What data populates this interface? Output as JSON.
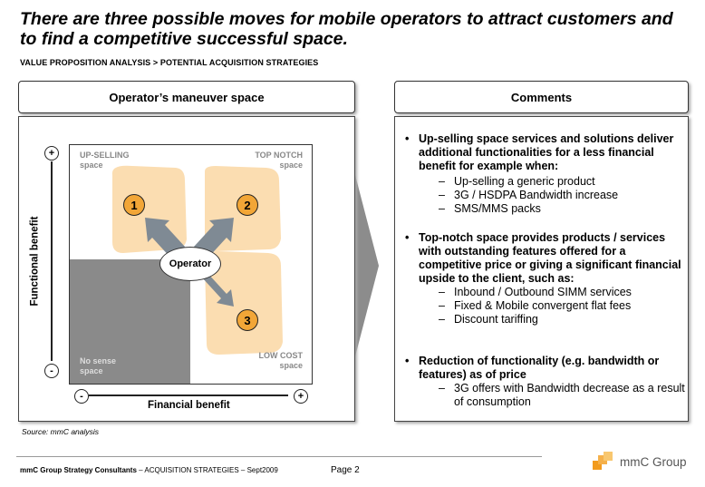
{
  "title": "There are three possible moves for mobile operators to attract customers and to find a competitive successful space.",
  "subtitle": "VALUE PROPOSITION ANALYSIS > POTENTIAL ACQUISITION STRATEGIES",
  "left_header": "Operator’s maneuver space",
  "right_header": "Comments",
  "matrix": {
    "quadrants": {
      "top_left": {
        "label": "UP-SELLING",
        "sub": "space"
      },
      "top_right": {
        "label": "TOP NOTCH",
        "sub": "space"
      },
      "bottom_left": {
        "label": "No sense",
        "sub": "space"
      },
      "bottom_right": {
        "label": "LOW COST",
        "sub": "space"
      }
    },
    "center": "Operator",
    "moves": [
      "1",
      "2",
      "3"
    ],
    "y_axis": {
      "label": "Functional benefit",
      "plus": "+",
      "minus": "-"
    },
    "x_axis": {
      "label": "Financial benefit",
      "plus": "+",
      "minus": "-"
    },
    "colors": {
      "highlight": "#fbd9a8",
      "marker": "#f2a637",
      "no_sense": "#8a8a8a",
      "arrow": "#7f8a94"
    }
  },
  "source": "Source: mmC analysis",
  "comments": [
    {
      "text": "Up-selling space services and solutions deliver additional functionalities for a less financial benefit for example when:",
      "subs": [
        "Up-selling a generic product",
        "3G / HSDPA Bandwidth increase",
        "SMS/MMS packs"
      ]
    },
    {
      "text": "Top-notch space provides products / services with outstanding features offered for a competitive price or giving a significant financial upside to the client, such as:",
      "subs": [
        "Inbound / Outbound SIMM services",
        "Fixed & Mobile convergent flat fees",
        "Discount tariffing"
      ]
    },
    {
      "text": "Reduction of functionality (e.g. bandwidth or features) as of price",
      "subs": [
        "3G offers with Bandwidth decrease as a result of consumption"
      ]
    }
  ],
  "footer": {
    "company": "mmC Group Strategy Consultants",
    "separator": "–",
    "doc": "ACQUISITION STRATEGIES – Sept2009",
    "page": "Page  2",
    "logo_text": "mmC Group"
  }
}
